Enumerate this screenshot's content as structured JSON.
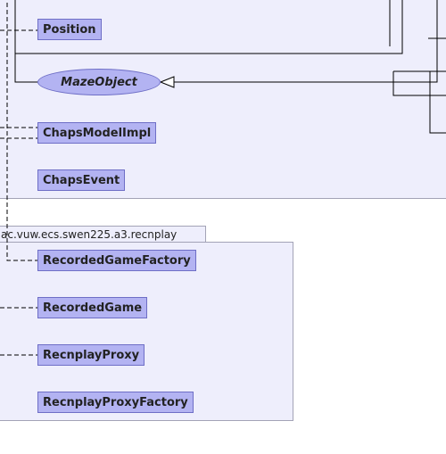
{
  "package_top": {
    "classes": {
      "position": "Position",
      "chaps_model_impl": "ChapsModelImpl",
      "chaps_event": "ChapsEvent"
    },
    "interface": "MazeObject"
  },
  "package_recnplay": {
    "name": "ac.vuw.ecs.swen225.a3.recnplay",
    "classes": {
      "recorded_game_factory": "RecordedGameFactory",
      "recorded_game": "RecordedGame",
      "recnplay_proxy": "RecnplayProxy",
      "recnplay_proxy_factory": "RecnplayProxyFactory"
    }
  },
  "colors": {
    "package_fill": "#eeeefc",
    "package_border": "#a3a3b6",
    "class_fill": "#b3b3f2",
    "class_border": "#6e6ec6"
  }
}
